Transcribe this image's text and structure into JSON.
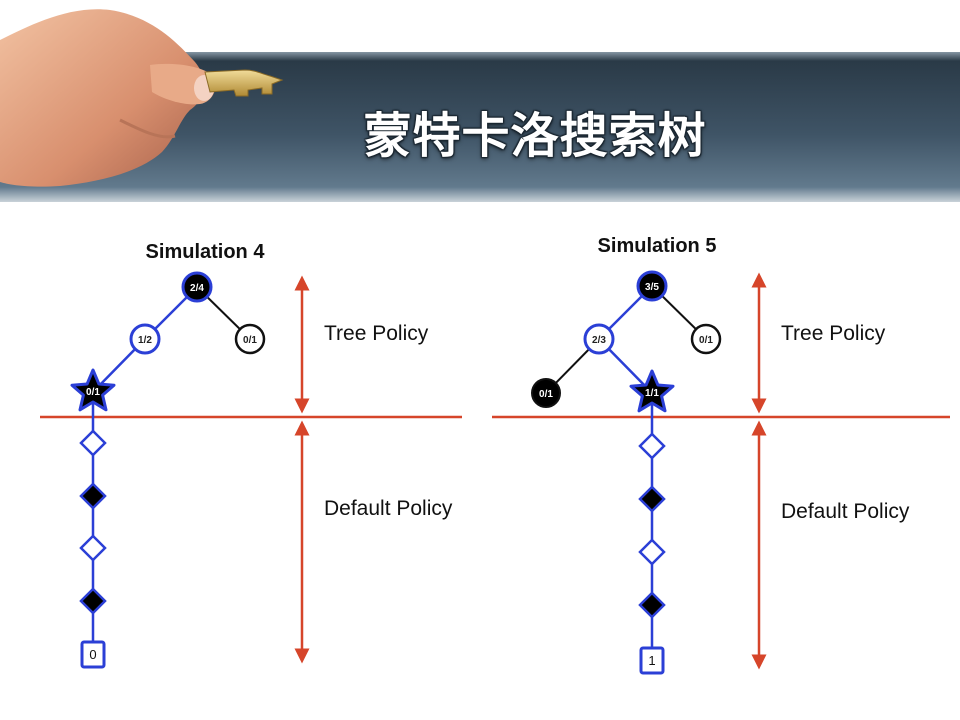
{
  "title": "蒙特卡洛搜索树",
  "colors": {
    "banner_dark": "#23323e",
    "banner_light": "#5b7285",
    "tree_blue": "#2b3fd6",
    "divider_red": "#d6452a",
    "node_black": "#000000"
  },
  "labels": {
    "tree_policy": "Tree Policy",
    "default_policy": "Default Policy"
  },
  "panels": [
    {
      "title": "Simulation 4",
      "root": "2/4",
      "left_child": "1/2",
      "right_child": "0/1",
      "star_node": "0/1",
      "rollout": [
        "white",
        "black",
        "white",
        "black"
      ],
      "result": "0"
    },
    {
      "title": "Simulation 5",
      "root": "3/5",
      "left_child": "2/3",
      "right_child": "0/1",
      "left_grandchild": "0/1",
      "star_node": "1/1",
      "rollout": [
        "white",
        "black",
        "white",
        "black"
      ],
      "result": "1"
    }
  ]
}
